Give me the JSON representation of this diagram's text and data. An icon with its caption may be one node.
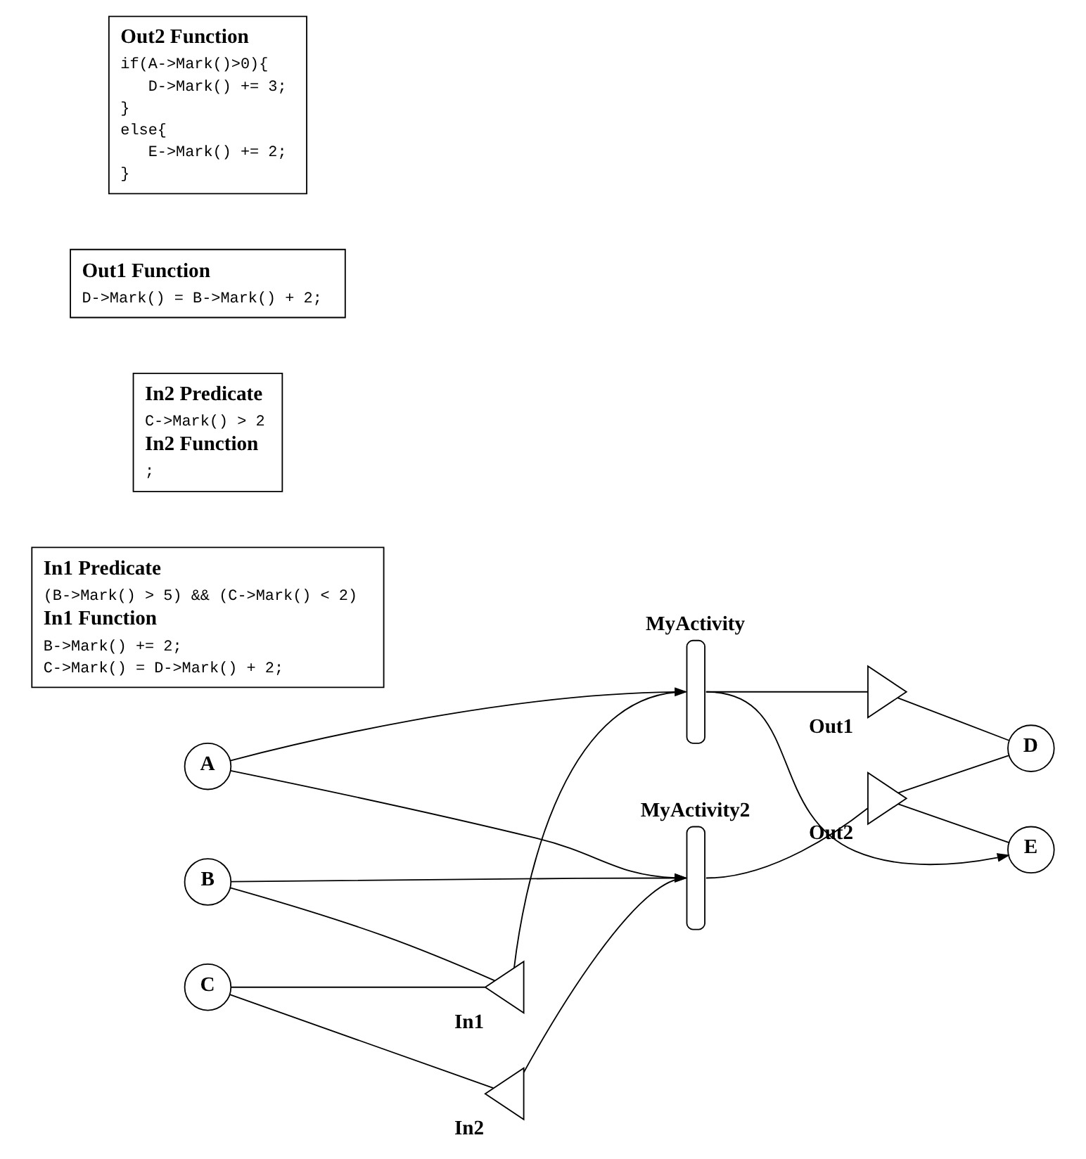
{
  "diagram": {
    "nodes": [
      {
        "text": [
          "A"
        ]
      },
      {
        "text": [
          "B"
        ]
      },
      {
        "text": [
          "C"
        ]
      },
      {
        "text": [
          "MyActivity"
        ]
      },
      {
        "text": [
          "In1"
        ]
      },
      {
        "text": [
          "Out1"
        ]
      },
      {
        "text": [
          "D"
        ]
      },
      {
        "text": [
          "MyActivity2"
        ]
      },
      {
        "text": [
          "In2"
        ]
      },
      {
        "text": [
          "Out2"
        ]
      },
      {
        "text": [
          "E"
        ]
      },
      {
        "text": [
          "In1 Predicate",
          "(B->Mark() > 5) && (C->Mark() < 2)",
          "In1 Function",
          "B->Mark() += 2;",
          "C->Mark() = D->Mark() + 2;"
        ]
      },
      {
        "text": [
          "In2 Predicate",
          "C->Mark() > 2",
          "In2 Function",
          ";"
        ]
      },
      {
        "text": [
          "Out1 Function",
          "D->Mark() = B->Mark() + 2;"
        ]
      },
      {
        "text": [
          "Out2 Function",
          "if(A->Mark()>0){",
          "D->Mark() += 3;",
          "}",
          "else{",
          "E->Mark() += 2;",
          "}"
        ]
      }
    ],
    "edges": [
      {
        "from": 0,
        "to": 3,
        "arrow": "to"
      },
      {
        "from": 0,
        "to": 7,
        "arrow": "to"
      },
      {
        "from": 1,
        "to": 4,
        "arrow": "none"
      },
      {
        "from": 2,
        "to": 4,
        "arrow": "none"
      },
      {
        "from": 4,
        "to": 3,
        "arrow": "none"
      },
      {
        "from": 3,
        "to": 5,
        "arrow": "none"
      },
      {
        "from": 5,
        "to": 6,
        "arrow": "none"
      },
      {
        "from": 3,
        "to": 10,
        "arrow": "to"
      },
      {
        "from": 1,
        "to": 7,
        "arrow": "to"
      },
      {
        "from": 7,
        "to": 9,
        "arrow": "none"
      },
      {
        "from": 9,
        "to": 6,
        "arrow": "none"
      },
      {
        "from": 9,
        "to": 10,
        "arrow": "none"
      },
      {
        "from": 2,
        "to": 8,
        "arrow": "none"
      },
      {
        "from": 8,
        "to": 7,
        "arrow": "none"
      }
    ]
  }
}
